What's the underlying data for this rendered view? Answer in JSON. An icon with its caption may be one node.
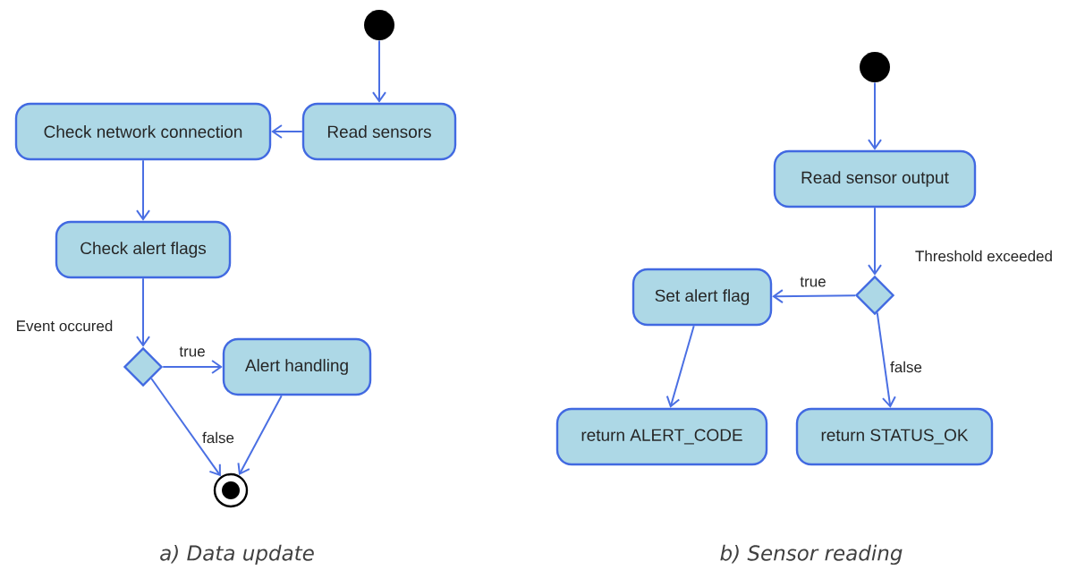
{
  "diagram": {
    "nodes": [
      {
        "text": [],
        "shape": "circle"
      },
      {
        "text": [
          "Read sensors"
        ]
      },
      {
        "text": [
          "Check network connection"
        ]
      },
      {
        "text": [
          "Check alert flags"
        ]
      },
      {
        "text": [],
        "shape": "diamond",
        "beside": [
          "Event occured"
        ]
      },
      {
        "text": [
          "Alert handling"
        ]
      },
      {
        "text": [],
        "shape": "bullseye"
      },
      {
        "text": [],
        "shape": "circle"
      },
      {
        "text": [
          "Read sensor output"
        ]
      },
      {
        "text": [],
        "shape": "diamond",
        "beside": [
          "Threshold exceeded"
        ]
      },
      {
        "text": [
          "Set alert flag"
        ]
      },
      {
        "text": [
          "return ALERT_CODE"
        ]
      },
      {
        "text": [
          "return STATUS_OK"
        ]
      }
    ],
    "edges": [
      {
        "from": 0,
        "to": 1,
        "arrow": "to"
      },
      {
        "from": 1,
        "to": 2,
        "arrow": "to"
      },
      {
        "from": 2,
        "to": 3,
        "arrow": "to"
      },
      {
        "from": 3,
        "to": 4,
        "arrow": "to"
      },
      {
        "from": 4,
        "to": 5,
        "arrow": "to",
        "label": "true"
      },
      {
        "from": 4,
        "to": 6,
        "arrow": "to",
        "label": "false"
      },
      {
        "from": 5,
        "to": 6,
        "arrow": "to"
      },
      {
        "from": 7,
        "to": 8,
        "arrow": "to"
      },
      {
        "from": 8,
        "to": 9,
        "arrow": "to"
      },
      {
        "from": 9,
        "to": 10,
        "arrow": "to",
        "label": "true"
      },
      {
        "from": 10,
        "to": 11,
        "arrow": "to"
      },
      {
        "from": 9,
        "to": 12,
        "arrow": "to",
        "label": "false"
      }
    ],
    "labels": [
      "a) Data update",
      "b) Sensor reading"
    ]
  }
}
